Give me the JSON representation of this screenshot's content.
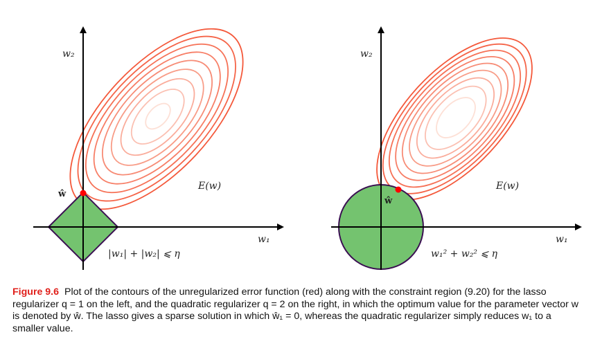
{
  "left_panel": {
    "y_axis_label": "w₂",
    "x_axis_label": "w₁",
    "error_label": "E(w)",
    "optimum_label": "ŵ",
    "constraint_label": "|w₁| + |w₂| ⩽ η",
    "constraint_shape": "diamond",
    "contour_count": 9
  },
  "right_panel": {
    "y_axis_label": "w₂",
    "x_axis_label": "w₁",
    "error_label": "E(w)",
    "optimum_label": "ŵ",
    "constraint_label": "w₁² + w₂² ⩽ η",
    "constraint_shape": "circle",
    "contour_count": 9
  },
  "colors": {
    "contour_outer": "#f4583a",
    "contour_inner": "#fde0d6",
    "region_fill": "#74c36f",
    "region_stroke": "#3b1052",
    "optimum_point": "#ff0000",
    "caption_label": "#e0201b"
  },
  "caption": {
    "label": "Figure 9.6",
    "text": "Plot of the contours of the unregularized error function (red) along with the constraint region (9.20) for the lasso regularizer q = 1 on the left, and the quadratic regularizer q = 2 on the right, in which the optimum value for the parameter vector w is denoted by ŵ. The lasso gives a sparse solution in which ŵ₁ = 0, whereas the quadratic regularizer simply reduces w₁ to a smaller value."
  }
}
